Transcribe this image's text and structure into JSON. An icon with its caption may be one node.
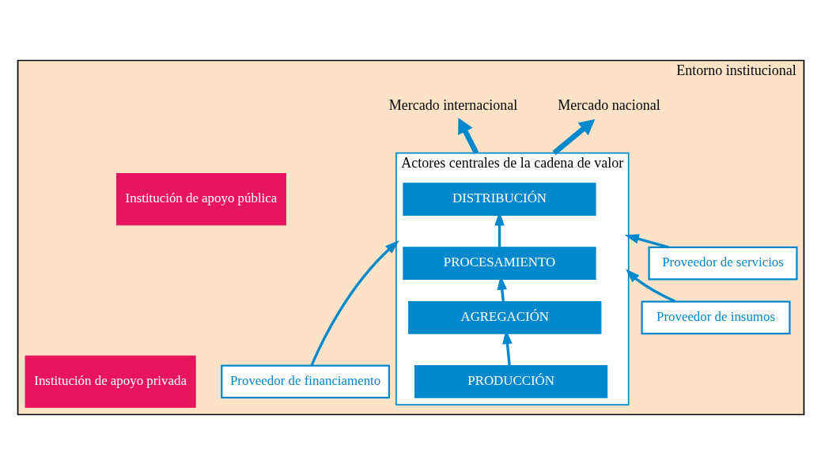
{
  "diagram": {
    "nodes": [
      {
        "text": [
          "Entorno institucional"
        ]
      },
      {
        "text": [
          "Mercado internacional"
        ],
        "in": 0
      },
      {
        "text": [
          "Mercado nacional"
        ],
        "in": 0
      },
      {
        "text": [
          "Actores centrales de la cadena de valor"
        ],
        "in": 0
      },
      {
        "text": [
          "DISTRIBUCIÓN"
        ],
        "in": 3
      },
      {
        "text": [
          "PROCESAMIENTO"
        ],
        "in": 3
      },
      {
        "text": [
          "AGREGACIÓN"
        ],
        "in": 3
      },
      {
        "text": [
          "PRODUCCIÓN"
        ],
        "in": 3
      },
      {
        "text": [
          "Proveedor de servicios"
        ],
        "in": 0
      },
      {
        "text": [
          "Proveedor de insumos"
        ],
        "in": 0
      },
      {
        "text": [
          "Proveedor de financiamento"
        ],
        "in": 0
      },
      {
        "text": [
          "Institución de apoyo pública"
        ],
        "in": 0
      },
      {
        "text": [
          "Institución de apoyo privada"
        ],
        "in": 0
      }
    ],
    "edges": [
      {
        "from": 7,
        "to": 6,
        "arrow": "to"
      },
      {
        "from": 6,
        "to": 5,
        "arrow": "to"
      },
      {
        "from": 5,
        "to": 4,
        "arrow": "to"
      },
      {
        "from": 3,
        "to": 1,
        "arrow": "to",
        "style": "thick"
      },
      {
        "from": 3,
        "to": 2,
        "arrow": "to",
        "style": "thick"
      },
      {
        "from": 8,
        "to": 3,
        "arrow": "to"
      },
      {
        "from": 9,
        "to": 3,
        "arrow": "to"
      },
      {
        "from": 10,
        "to": 3,
        "arrow": "to"
      }
    ]
  }
}
